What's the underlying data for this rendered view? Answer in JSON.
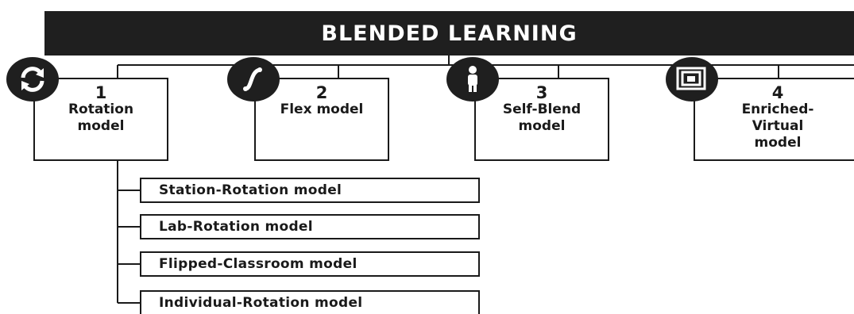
{
  "title": "BLENDED LEARNING",
  "models": [
    {
      "number": "1",
      "name": "Rotation model",
      "icon": "rotate-arrows-icon"
    },
    {
      "number": "2",
      "name": "Flex model",
      "icon": "flex-curve-icon"
    },
    {
      "number": "3",
      "name": "Self-Blend model",
      "icon": "person-icon"
    },
    {
      "number": "4",
      "name": "Enriched-Virtual model",
      "icon": "virtual-screens-icon"
    }
  ],
  "rotation_submodels": [
    "Station-Rotation model",
    "Lab-Rotation model",
    "Flipped-Classroom model",
    "Individual-Rotation model"
  ],
  "colors": {
    "dark": "#1f1f1f",
    "line": "#1a1a1a",
    "background": "#ffffff"
  }
}
